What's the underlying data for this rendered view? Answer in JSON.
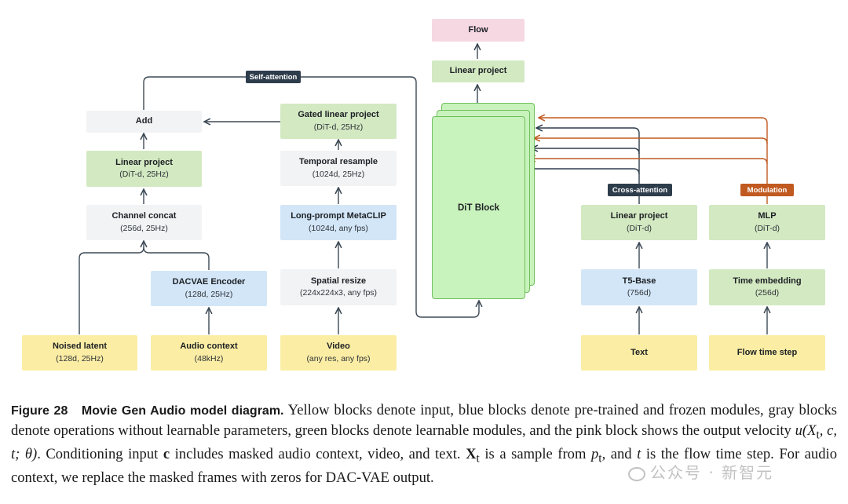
{
  "diagram": {
    "nodes": {
      "noised_latent": {
        "title": "Noised latent",
        "sub": "(128d, 25Hz)"
      },
      "audio_context": {
        "title": "Audio context",
        "sub": "(48kHz)"
      },
      "dacvae_encoder": {
        "title": "DACVAE Encoder",
        "sub": "(128d, 25Hz)"
      },
      "channel_concat": {
        "title": "Channel concat",
        "sub": "(256d, 25Hz)"
      },
      "linear_project_left": {
        "title": "Linear project",
        "sub": "(DiT-d, 25Hz)"
      },
      "add": {
        "title": "Add"
      },
      "video": {
        "title": "Video",
        "sub": "(any res, any fps)"
      },
      "spatial_resize": {
        "title": "Spatial resize",
        "sub": "(224x224x3, any fps)"
      },
      "metaclip": {
        "title": "Long-prompt MetaCLIP",
        "sub": "(1024d, any fps)"
      },
      "temporal_resample": {
        "title": "Temporal resample",
        "sub": "(1024d, 25Hz)"
      },
      "gated_linear_project": {
        "title": "Gated linear project",
        "sub": "(DiT-d, 25Hz)"
      },
      "dit_block": {
        "title": "DiT Block"
      },
      "linear_project_top": {
        "title": "Linear project"
      },
      "flow": {
        "title": "Flow"
      },
      "text": {
        "title": "Text"
      },
      "t5_base": {
        "title": "T5-Base",
        "sub": "(756d)"
      },
      "linear_project_text": {
        "title": "Linear project",
        "sub": "(DiT-d)"
      },
      "flow_time_step": {
        "title": "Flow time step"
      },
      "time_embedding": {
        "title": "Time embedding",
        "sub": "(256d)"
      },
      "mlp": {
        "title": "MLP",
        "sub": "(DiT-d)"
      }
    },
    "tags": {
      "self_attention": "Self-attention",
      "cross_attention": "Cross-attention",
      "modulation": "Modulation"
    },
    "colors": {
      "input": "#fbeda4",
      "frozen": "#d3e6f8",
      "operation": "#f1f3f5",
      "learnable": "#d3e9c2",
      "output": "#f6d8e3",
      "dit": "#c9f3bd",
      "edge": "#3d4a56",
      "cross_attention": "#2e3d4b",
      "modulation": "#c05a20"
    }
  },
  "caption": {
    "figure_label": "Figure 28",
    "title": "Movie Gen Audio model diagram.",
    "body_1": " Yellow blocks denote input, blue blocks denote pre-trained and frozen modules, gray blocks denote operations without learnable parameters, green blocks denote learnable modules, and the pink block shows the output velocity ",
    "formula_u": "u(X",
    "formula_sub_t": "t",
    "formula_rest": ", c, t; θ)",
    "body_2": ". Conditioning input ",
    "bold_c": "c",
    "body_3": " includes masked audio context, video, and text. ",
    "bold_x": "X",
    "x_sub": "t",
    "body_4": " is a sample from ",
    "p": "p",
    "p_sub": "t",
    "body_5": ", and ",
    "t_var": "t",
    "body_6": " is the flow time step. For audio context, we replace the masked frames with zeros for DAC-VAE output."
  },
  "watermark": {
    "text": "公众号 · 新智元"
  }
}
